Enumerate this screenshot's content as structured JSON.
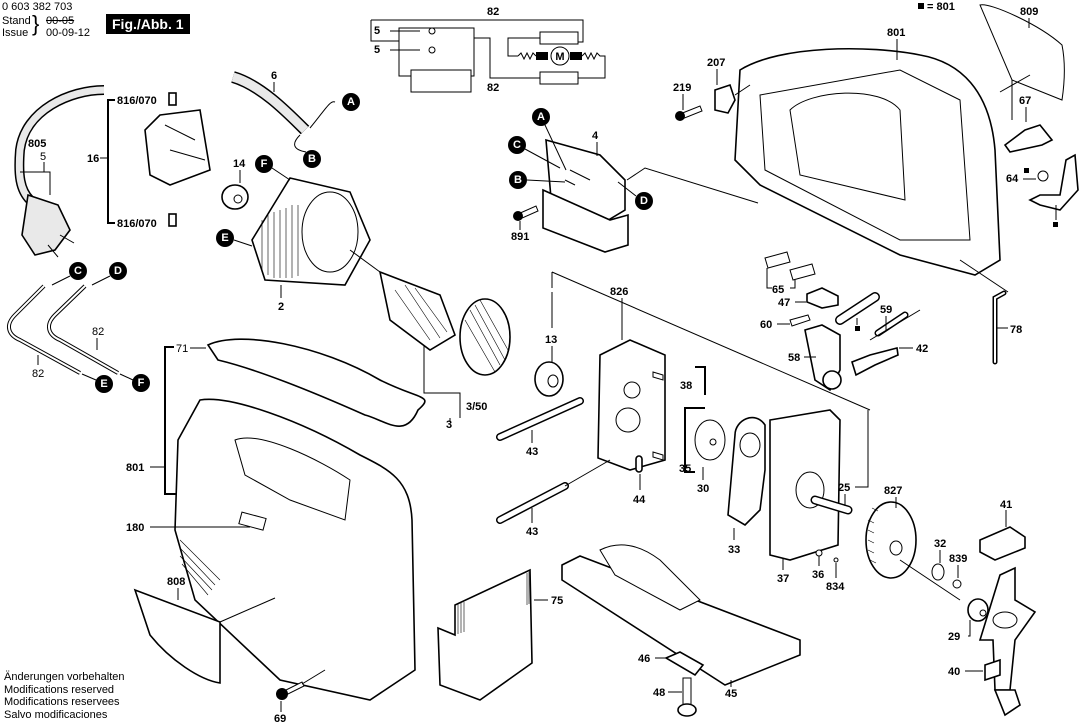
{
  "header": {
    "doc_number": "0 603 382 703",
    "stand_label": "Stand",
    "issue_label": "Issue",
    "stand_date_struck": "00-05",
    "issue_date": "00-09-12",
    "figure_title": "Fig./Abb. 1",
    "legend_key": "= 801",
    "legend_key_icon": "black-square"
  },
  "footer_notes": [
    "Änderungen vorbehalten",
    "Modifications reserved",
    "Modifications reservees",
    "Salvo modificaciones"
  ],
  "callouts": {
    "A": "A",
    "B": "B",
    "C": "C",
    "D": "D",
    "E": "E",
    "F": "F"
  },
  "part_labels": {
    "p82_top": "82",
    "p82_bottom": "82",
    "p5_upper": "5",
    "p5_lower": "5",
    "motor_symbol": "M",
    "p809": "809",
    "p801_top": "801",
    "p207": "207",
    "p219": "219",
    "p67": "67",
    "p64": "64",
    "p805": "805",
    "p5_cord": "5",
    "p16": "16",
    "p816_070_top": "816/070",
    "p816_070_bottom": "816/070",
    "p6": "6",
    "p14": "14",
    "p2": "2",
    "p4": "4",
    "p891": "891",
    "p82_wire_right": "82",
    "p82_wire_left": "82",
    "p65": "65",
    "p47": "47",
    "p60": "60",
    "p58": "58",
    "p59": "59",
    "p42": "42",
    "p78": "78",
    "p826": "826",
    "p13": "13",
    "p3_50": "3/50",
    "p3": "3",
    "p38": "38",
    "p71": "71",
    "p801_left": "801",
    "p180": "180",
    "p43_upper": "43",
    "p43_lower": "43",
    "p35": "35",
    "p44": "44",
    "p30": "30",
    "p33": "33",
    "p37": "37",
    "p36": "36",
    "p834": "834",
    "p25": "25",
    "p827": "827",
    "p32": "32",
    "p839": "839",
    "p29": "29",
    "p41": "41",
    "p40": "40",
    "p808": "808",
    "p69": "69",
    "p75": "75",
    "p46": "46",
    "p48": "48",
    "p45": "45"
  }
}
